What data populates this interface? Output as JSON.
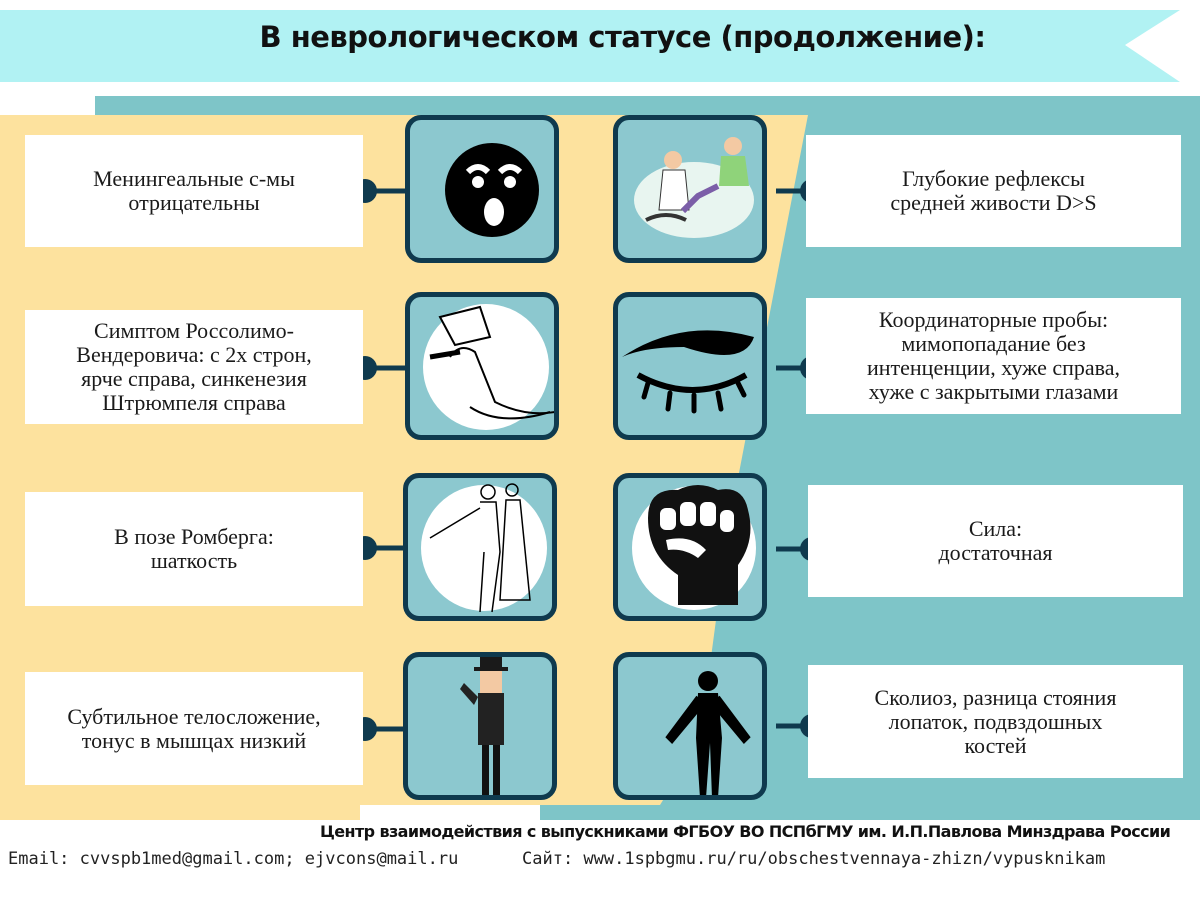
{
  "title": "В неврологическом статусе (продолжение):",
  "left_items": [
    {
      "text": "Менингеальные с-мы\nотрицательны",
      "icon": "surprised-face-icon"
    },
    {
      "text": "Симптом Россолимо-\nВендеровича: с 2х строн,\nярче справа, синкенезия\nШтрюмпеля справа",
      "icon": "foot-reflex-icon"
    },
    {
      "text": "В    позе Ромберга:\nшаткость",
      "icon": "romberg-pose-icon"
    },
    {
      "text": "Субтильное телосложение,\nтонус в мышцах низкий",
      "icon": "thin-man-icon"
    }
  ],
  "right_items": [
    {
      "text": "Глубокие рефлексы\nсредней живости D>S",
      "icon": "doctor-patient-icon"
    },
    {
      "text": "Координаторные пробы:\n    мимопопадание без\nинтенценции, хуже справа,\nхуже с закрытыми глазами",
      "icon": "closed-eye-icon"
    },
    {
      "text": "Сила:\nдостаточная",
      "icon": "fist-icon"
    },
    {
      "text": "Сколиоз,   разница стояния\nлопаток, подвздошных\nкостей",
      "icon": "human-silhouette-icon"
    }
  ],
  "footer": {
    "organization": "Центр взаимодействия с выпускниками  ФГБОУ ВО ПСПбГМУ им. И.П.Павлова Минздрава России",
    "email": "Email: cvvspb1med@gmail.com; ejvcons@mail.ru",
    "site": "Сайт: www.1spbgmu.ru/ru/obschestvennaya-zhizn/vypusknikam"
  },
  "colors": {
    "banner": "#b1f2f3",
    "teal_panel": "#7ec5c8",
    "yellow_panel": "#fde29e",
    "tile": "#8cc8cf",
    "tile_border": "#0f3a4e",
    "connector": "#0f3a4e"
  }
}
